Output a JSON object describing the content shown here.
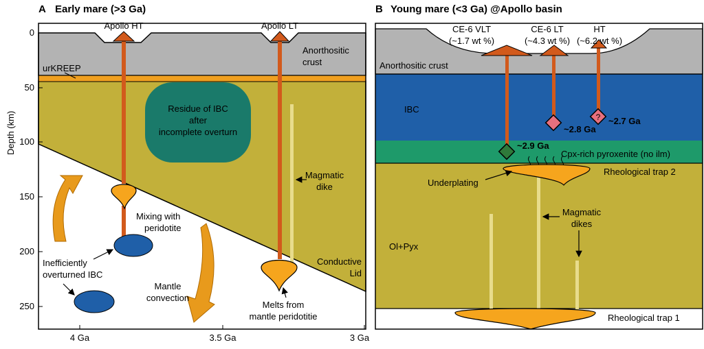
{
  "panel_a": {
    "letter": "A",
    "title": "Early mare (>3 Ga)",
    "y_axis_label": "Depth (km)",
    "y_ticks": [
      "0",
      "50",
      "100",
      "150",
      "200",
      "250"
    ],
    "x_ticks": [
      "4 Ga",
      "3.5 Ga",
      "3 Ga"
    ],
    "labels": {
      "apollo_ht": "Apollo HT",
      "apollo_lt": "Apollo LT",
      "anorthositic_crust_1": "Anorthositic",
      "anorthositic_crust_2": "crust",
      "urkreep": "urKREEP",
      "residue_1": "Residue of IBC",
      "residue_2": "after",
      "residue_3": "incomplete overturn",
      "magmatic_dike_1": "Magmatic",
      "magmatic_dike_2": "dike",
      "mixing_1": "Mixing with",
      "mixing_2": "peridotite",
      "inefficient_1": "Inefficiently",
      "inefficient_2": "overturned IBC",
      "mantle_convection_1": "Mantle",
      "mantle_convection_2": "convection",
      "conductive_lid_1": "Conductive",
      "conductive_lid_2": "Lid",
      "melts_1": "Melts from",
      "melts_2": "mantle peridotitie"
    }
  },
  "panel_b": {
    "letter": "B",
    "title": "Young mare (<3 Ga) @Apollo basin",
    "labels": {
      "ce6_vlt_1": "CE-6 VLT",
      "ce6_vlt_2": "(~1.7 wt %)",
      "ce6_lt_1": "CE-6 LT",
      "ce6_lt_2": "(~4.3 wt %)",
      "ht_1": "HT",
      "ht_2": "(~6.2 wt %)",
      "anorthositic_crust": "Anorthositic  crust",
      "ibc": "IBC",
      "age_28": "~2.8 Ga",
      "age_27": "~2.7 Ga",
      "age_29": "~2.9 Ga",
      "question_mark": "?",
      "cpx": "Cpx-rich pyroxenite (no ilm)",
      "trap2": "Rheological trap 2",
      "underplating": "Underplating",
      "magmatic_dikes_1": "Magmatic",
      "magmatic_dikes_2": "dikes",
      "olpyx": "Ol+Pyx",
      "trap1": "Rheological trap 1"
    }
  },
  "colors": {
    "crust": "#b3b3b3",
    "urkreep": "#f0a020",
    "mantle_olive": "#c2b03a",
    "ibc_blue": "#1f5fa8",
    "residue_teal": "#1a7a6a",
    "cpx_green": "#1e9a6a",
    "conduit": "#d25a1c",
    "melt_orange": "#f6a51d",
    "dike": "#e8dc8c",
    "diamond_pink": "#e8707e",
    "diamond_green": "#2e7a3a"
  }
}
